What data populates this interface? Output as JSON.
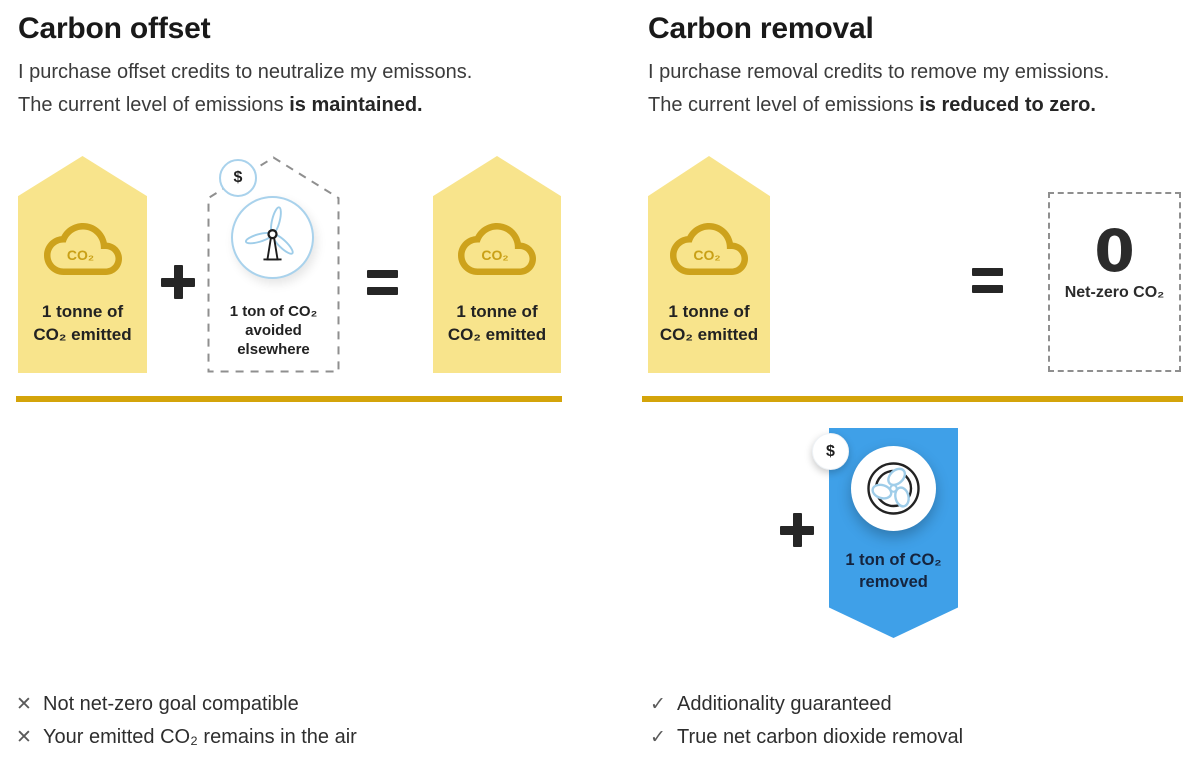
{
  "shared": {
    "dollar": "$",
    "co2": "CO₂",
    "colors": {
      "yellow": "#F8E48C",
      "gold": "#D4A40A",
      "blue": "#3FA0E8",
      "light_blue": "#A9D2EC"
    }
  },
  "left": {
    "title": "Carbon offset",
    "subtitle_line1": "I purchase offset credits to neutralize my emissons.",
    "subtitle_line2": "The current level of emissions",
    "subtitle_line2_bold": "is maintained.",
    "emitter1": {
      "line1": "1 tonne of",
      "line2": "CO₂ emitted"
    },
    "offset_card": {
      "line1": "1 ton of CO₂",
      "line2": "avoided",
      "line3": "elsewhere"
    },
    "emitter2": {
      "line1": "1 tonne of",
      "line2": "CO₂ emitted"
    },
    "cons": [
      {
        "icon": "✕",
        "text": "Not net-zero goal compatible"
      },
      {
        "icon": "✕",
        "text": "Your emitted CO₂ remains in the air"
      }
    ]
  },
  "right": {
    "title": "Carbon removal",
    "subtitle_line1": "I purchase removal credits to remove my emissions.",
    "subtitle_line2": "The current level of emissions",
    "subtitle_line2_bold": "is reduced to zero.",
    "emitter": {
      "line1": "1 tonne of",
      "line2": "CO₂ emitted"
    },
    "netzero": {
      "zero": "0",
      "label": "Net-zero CO₂"
    },
    "removal_card": {
      "line1": "1 ton of CO₂",
      "line2": "removed"
    },
    "pros": [
      {
        "icon": "✓",
        "text": "Additionality guaranteed"
      },
      {
        "icon": "✓",
        "text": "True net carbon dioxide removal"
      }
    ]
  }
}
